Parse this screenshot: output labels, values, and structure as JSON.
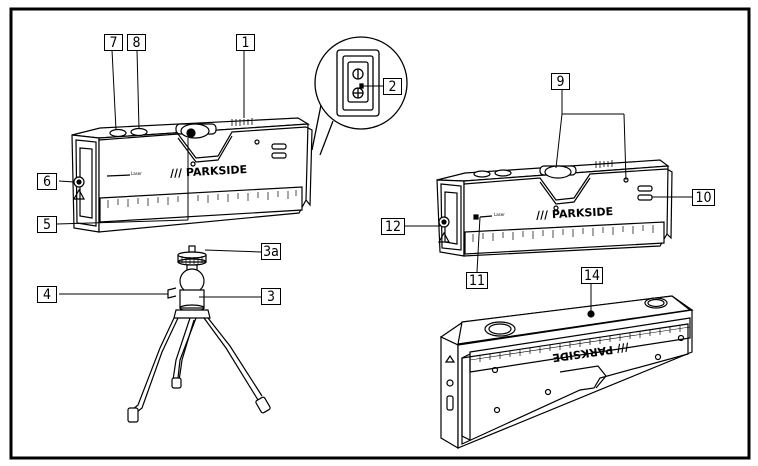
{
  "callouts": {
    "c1": "1",
    "c2": "2",
    "c3": "3",
    "c3a": "3a",
    "c4": "4",
    "c5": "5",
    "c6": "6",
    "c7": "7",
    "c8": "8",
    "c9": "9",
    "c10": "10",
    "c11": "11",
    "c12": "12",
    "c14": "14"
  },
  "labels": {
    "brand": "/// PARKSIDE",
    "laser_text": "Laser"
  },
  "colors": {
    "line": "#000000",
    "background": "#ffffff"
  }
}
